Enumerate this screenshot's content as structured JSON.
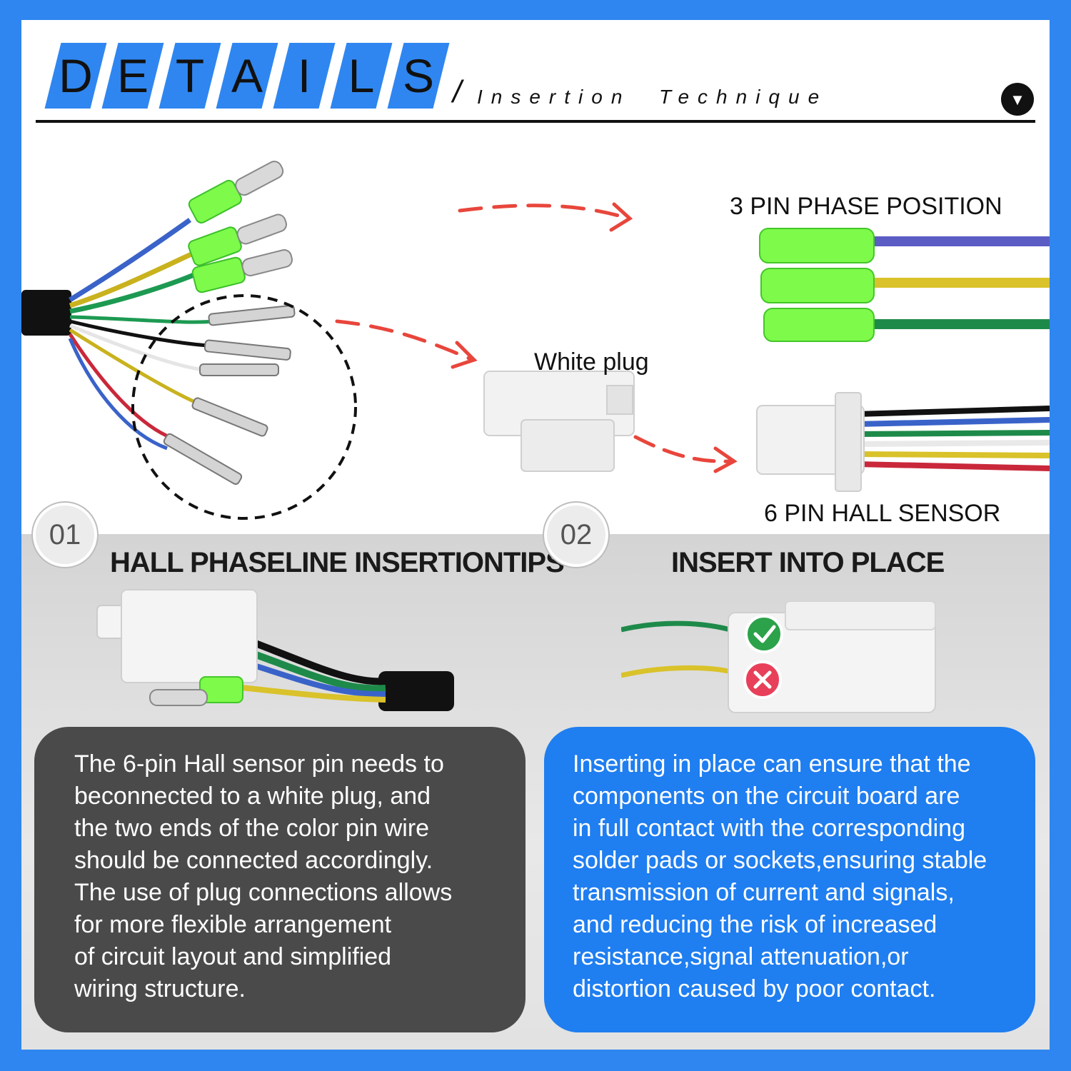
{
  "header": {
    "letters": [
      "D",
      "E",
      "T",
      "A",
      "I",
      "L",
      "S"
    ],
    "slash": "/",
    "subtitle": "Insertion  Technique",
    "toggle_glyph": "▼"
  },
  "illustration": {
    "label_phase": "3 PIN PHASE POSITION",
    "label_plug": "White plug",
    "label_hall": "6 PIN HALL SENSOR"
  },
  "steps": [
    {
      "number": "01",
      "title": "HALL PHASELINE INSERTIONTIPS",
      "description": [
        "The 6-pin Hall sensor pin needs to",
        "beconnected to a white plug, and",
        "the two ends of the color pin wire",
        "should be connected accordingly.",
        "The use of plug connections allows",
        "for more flexible arrangement",
        "of circuit layout and simplified",
        "wiring structure."
      ]
    },
    {
      "number": "02",
      "title": "INSERT INTO PLACE",
      "description": [
        "Inserting in place can ensure that the",
        "components on the circuit board are",
        "in full contact with the corresponding",
        "solder pads or sockets,ensuring stable",
        "transmission of current and signals,",
        "and reducing the risk of increased",
        "resistance,signal attenuation,or",
        "distortion caused by poor contact."
      ]
    }
  ],
  "colors": {
    "brand_blue": "#2f86f0",
    "card_dark": "#4a4a4a",
    "card_blue": "#1f7ef0",
    "arrow_red": "#e8463c",
    "sleeve_green": "#7dfa4a"
  },
  "icons": [
    "chevron-down-icon",
    "check-icon",
    "cross-icon"
  ]
}
